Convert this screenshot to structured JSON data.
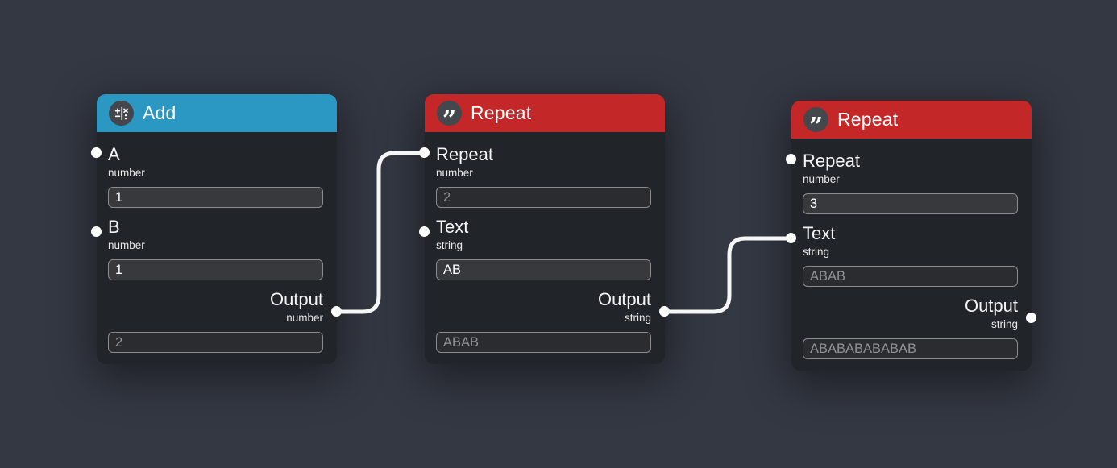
{
  "canvas": {
    "background_color": "#343843"
  },
  "colors": {
    "add_header": "#2a98c2",
    "repeat_header": "#c42727",
    "wire": "#f6f6f6",
    "port": "#ffffff",
    "node_body": "#212428"
  },
  "nodes": [
    {
      "title": "Add",
      "icon": "math-operations-icon",
      "header_color": "#2a98c2",
      "rows": [
        {
          "kind": "input",
          "label": "A",
          "type": "number",
          "value": "1",
          "editable": true,
          "connected": false
        },
        {
          "kind": "input",
          "label": "B",
          "type": "number",
          "value": "1",
          "editable": true,
          "connected": false
        },
        {
          "kind": "output",
          "label": "Output",
          "type": "number",
          "value": "2",
          "editable": false,
          "connected": true
        }
      ]
    },
    {
      "title": "Repeat",
      "icon": "quote-icon",
      "icon_glyph": "”",
      "header_color": "#c42727",
      "rows": [
        {
          "kind": "input",
          "label": "Repeat",
          "type": "number",
          "value": "2",
          "editable": false,
          "connected": true
        },
        {
          "kind": "input",
          "label": "Text",
          "type": "string",
          "value": "AB",
          "editable": true,
          "connected": false
        },
        {
          "kind": "output",
          "label": "Output",
          "type": "string",
          "value": "ABAB",
          "editable": false,
          "connected": true
        }
      ]
    },
    {
      "title": "Repeat",
      "icon": "quote-icon",
      "icon_glyph": "”",
      "header_color": "#c42727",
      "rows": [
        {
          "kind": "input",
          "label": "Repeat",
          "type": "number",
          "value": "3",
          "editable": true,
          "connected": false
        },
        {
          "kind": "input",
          "label": "Text",
          "type": "string",
          "value": "ABAB",
          "editable": false,
          "connected": true
        },
        {
          "kind": "output",
          "label": "Output",
          "type": "string",
          "value": "ABABABABABAB",
          "editable": false,
          "connected": false
        }
      ]
    }
  ],
  "connections": [
    {
      "from": "Add.Output",
      "to": "Repeat#1.Repeat"
    },
    {
      "from": "Repeat#1.Output",
      "to": "Repeat#2.Text"
    }
  ]
}
